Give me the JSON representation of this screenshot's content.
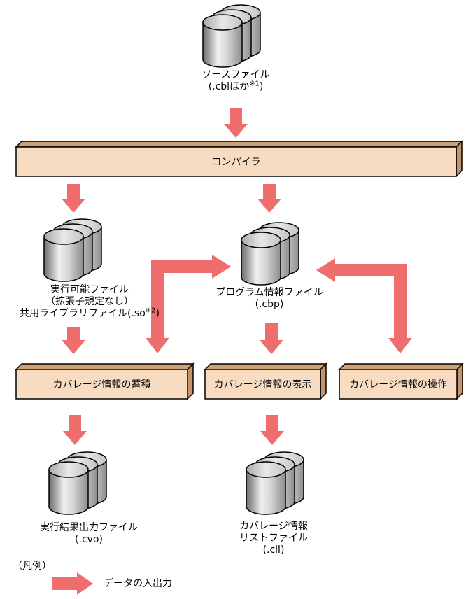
{
  "colors": {
    "arrow_red": "#EF6D6D",
    "bar_face": "#F7DCC2",
    "bar_top": "#D0A173",
    "bar_side": "#C6926A"
  },
  "nodes": {
    "source": {
      "line1": "ソースファイル",
      "ext_pre": "(.cblほか",
      "ext_sup": "※1",
      "ext_post": ")"
    },
    "compiler": {
      "label": "コンパイラ"
    },
    "executable": {
      "line1": "実行可能ファイル",
      "line2": "（拡張子規定なし）",
      "line3_pre": "共用ライブラリファイル(.so",
      "line3_sup": "※2",
      "line3_post": ")"
    },
    "program_info": {
      "line1": "プログラム情報ファイル",
      "line2": "(.cbp)"
    },
    "accumulate": {
      "label": "カバレージ情報の蓄積"
    },
    "display": {
      "label": "カバレージ情報の表示"
    },
    "operate": {
      "label": "カバレージ情報の操作"
    },
    "exec_output": {
      "line1": "実行結果出力ファイル",
      "line2": "(.cvo)"
    },
    "coverage_list": {
      "line1": "カバレージ情報",
      "line2": "リストファイル",
      "line3": "(.cll)"
    }
  },
  "legend": {
    "title": "（凡例）",
    "arrow_label": "データの入出力"
  }
}
